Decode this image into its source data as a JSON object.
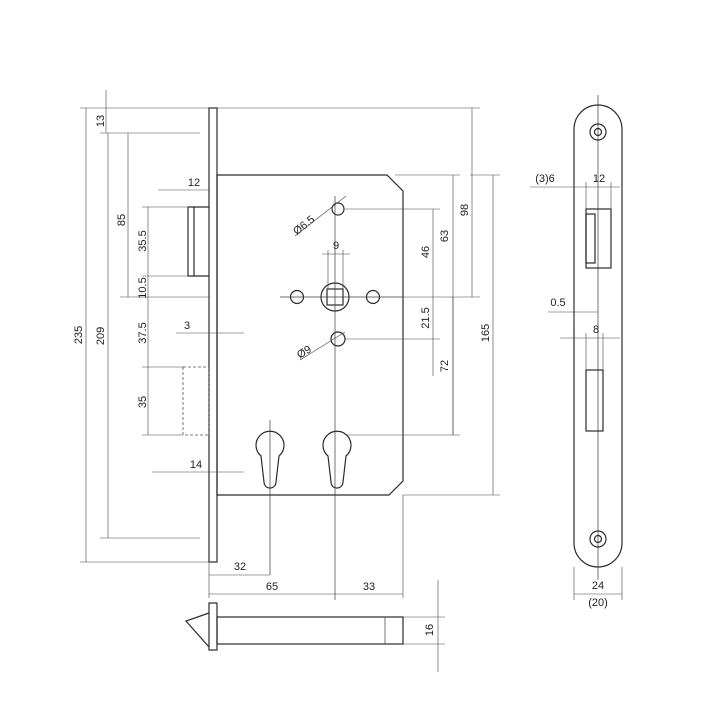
{
  "dimensions": {
    "d_235": "235",
    "d_209": "209",
    "d_13": "13",
    "d_85": "85",
    "d_35_5": "35.5",
    "d_10_5": "10.5",
    "d_37_5": "37.5",
    "d_35": "35",
    "d_3": "3",
    "d_12": "12",
    "d_14": "14",
    "d_phi6_5": "Ø6.5",
    "d_phi9": "Ø9",
    "d_9": "9",
    "d_46": "46",
    "d_63": "63",
    "d_98": "98",
    "d_21_5": "21.5",
    "d_72": "72",
    "d_165": "165",
    "d_32": "32",
    "d_65": "65",
    "d_33": "33",
    "d_16": "16",
    "d_3_6": "(3)6",
    "d_12b": "12",
    "d_0_5": "0.5",
    "d_8": "8",
    "d_24": "24",
    "d_20": "(20)"
  }
}
